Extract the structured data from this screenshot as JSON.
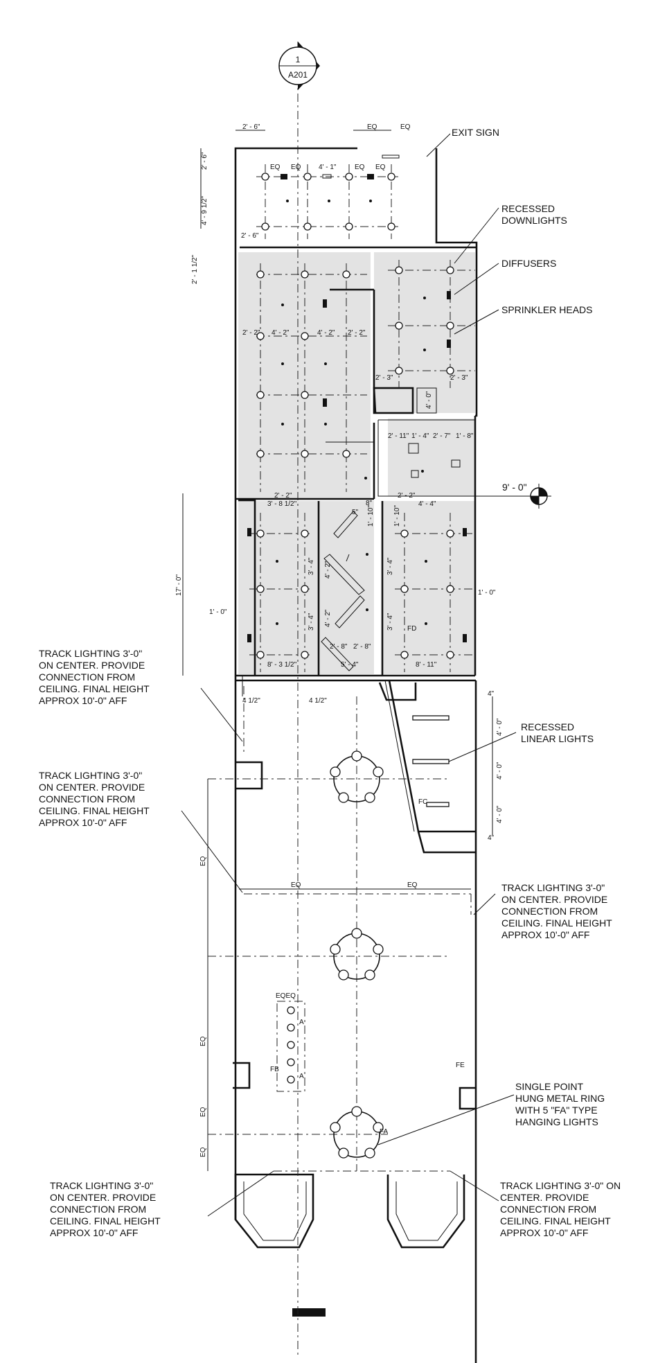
{
  "section_marker": {
    "number": "1",
    "sheet": "A201"
  },
  "elevation_tag": "9' - 0\"",
  "notes": {
    "exit_sign": "EXIT SIGN",
    "recessed_downlights": [
      "RECESSED",
      "DOWNLIGHTS"
    ],
    "diffusers": "DIFFUSERS",
    "sprinkler_heads": "SPRINKLER HEADS",
    "recessed_linear": [
      "RECESSED",
      "LINEAR LIGHTS"
    ],
    "track_left_1": [
      "TRACK LIGHTING 3'-0\"",
      "ON CENTER. PROVIDE",
      "CONNECTION FROM",
      "CEILING. FINAL HEIGHT",
      "APPROX 10'-0\" AFF"
    ],
    "track_left_2": [
      "TRACK LIGHTING 3'-0\"",
      "ON CENTER. PROVIDE",
      "CONNECTION FROM",
      "CEILING. FINAL HEIGHT",
      "APPROX 10'-0\" AFF"
    ],
    "track_right_1": [
      "TRACK LIGHTING 3'-0\"",
      "ON CENTER. PROVIDE",
      "CONNECTION FROM",
      "CEILING. FINAL HEIGHT",
      "APPROX 10'-0\" AFF"
    ],
    "single_point": [
      "SINGLE POINT",
      "HUNG METAL RING",
      "WITH 5 \"FA\" TYPE",
      "HANGING LIGHTS"
    ],
    "track_left_3": [
      "TRACK LIGHTING 3'-0\"",
      "ON CENTER. PROVIDE",
      "CONNECTION FROM",
      "CEILING. FINAL HEIGHT",
      "APPROX 10'-0\" AFF"
    ],
    "track_right_2": [
      "TRACK LIGHTING 3'-0\" ON",
      "CENTER. PROVIDE",
      "CONNECTION FROM",
      "CEILING. FINAL HEIGHT",
      "APPROX 10'-0\" AFF"
    ]
  },
  "dims": {
    "d_2_6": "2' - 6\"",
    "d_4_9_5": "4' - 9 1/2\"",
    "d_2_1_5": "2' - 1 1/2\"",
    "d_4_1": "4' - 1\"",
    "d_2_2": "2' - 2\"",
    "d_4_2": "4' - 2\"",
    "d_2_3": "2' - 3\"",
    "d_4_0": "4' - 0\"",
    "d_2_11": "2' - 11\"",
    "d_1_4": "1' - 4\"",
    "d_2_7": "2' - 7\"",
    "d_1_8": "1' - 8\"",
    "d_3_8_5": "3' - 8 1/2\"",
    "d_4_4": "4' - 4\"",
    "d_1_10": "1' - 10\"",
    "d_3_4": "3' - 4\"",
    "d_17_0": "17' - 0\"",
    "d_1_0": "1' - 0\"",
    "d_2_8": "2' - 8\"",
    "d_5_4": "5' - 4\"",
    "d_8_3_5": "8' - 3 1/2\"",
    "d_8_11": "8' - 11\"",
    "d_4_5": "4 1/2\"",
    "d_4in": "4\"",
    "d_8in": "8\"",
    "d_5in": "5\"",
    "eq": "EQ"
  },
  "fixture_tags": {
    "fa": "FA",
    "fb": "FB",
    "fc": "FC",
    "fd": "FD",
    "fe": "FE",
    "a": "A"
  }
}
